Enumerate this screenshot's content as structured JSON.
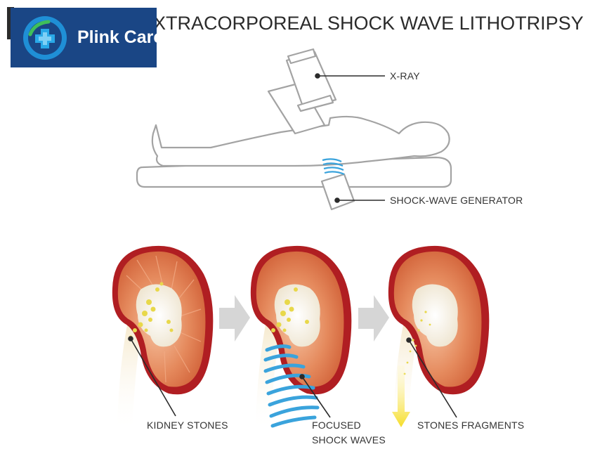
{
  "brand": {
    "name": "Plink Care",
    "icon": "medical-cross-logo-icon"
  },
  "title": "EXTRACORPOREAL SHOCK WAVE LITHOTRIPSY",
  "title_visible": "XTRACORPOREAL SHOCK WAVE LITHOTRIPSY",
  "labels": {
    "xray": "X-RAY",
    "generator": "SHOCK-WAVE GENERATOR",
    "kidney_stones": "KIDNEY STONES",
    "focused_line1": "FOCUSED",
    "focused_line2": "SHOCK WAVES",
    "fragments": "STONES FRAGMENTS"
  },
  "colors": {
    "brand_bg": "#1a4685",
    "kidney_outer": "#b01e22",
    "kidney_cortex": "#e07a4a",
    "stone_yellow": "#e8d84a",
    "wave_blue": "#3aa3dc",
    "arrow_grey": "#d6d6d6",
    "line_grey": "#9a9a9a"
  }
}
